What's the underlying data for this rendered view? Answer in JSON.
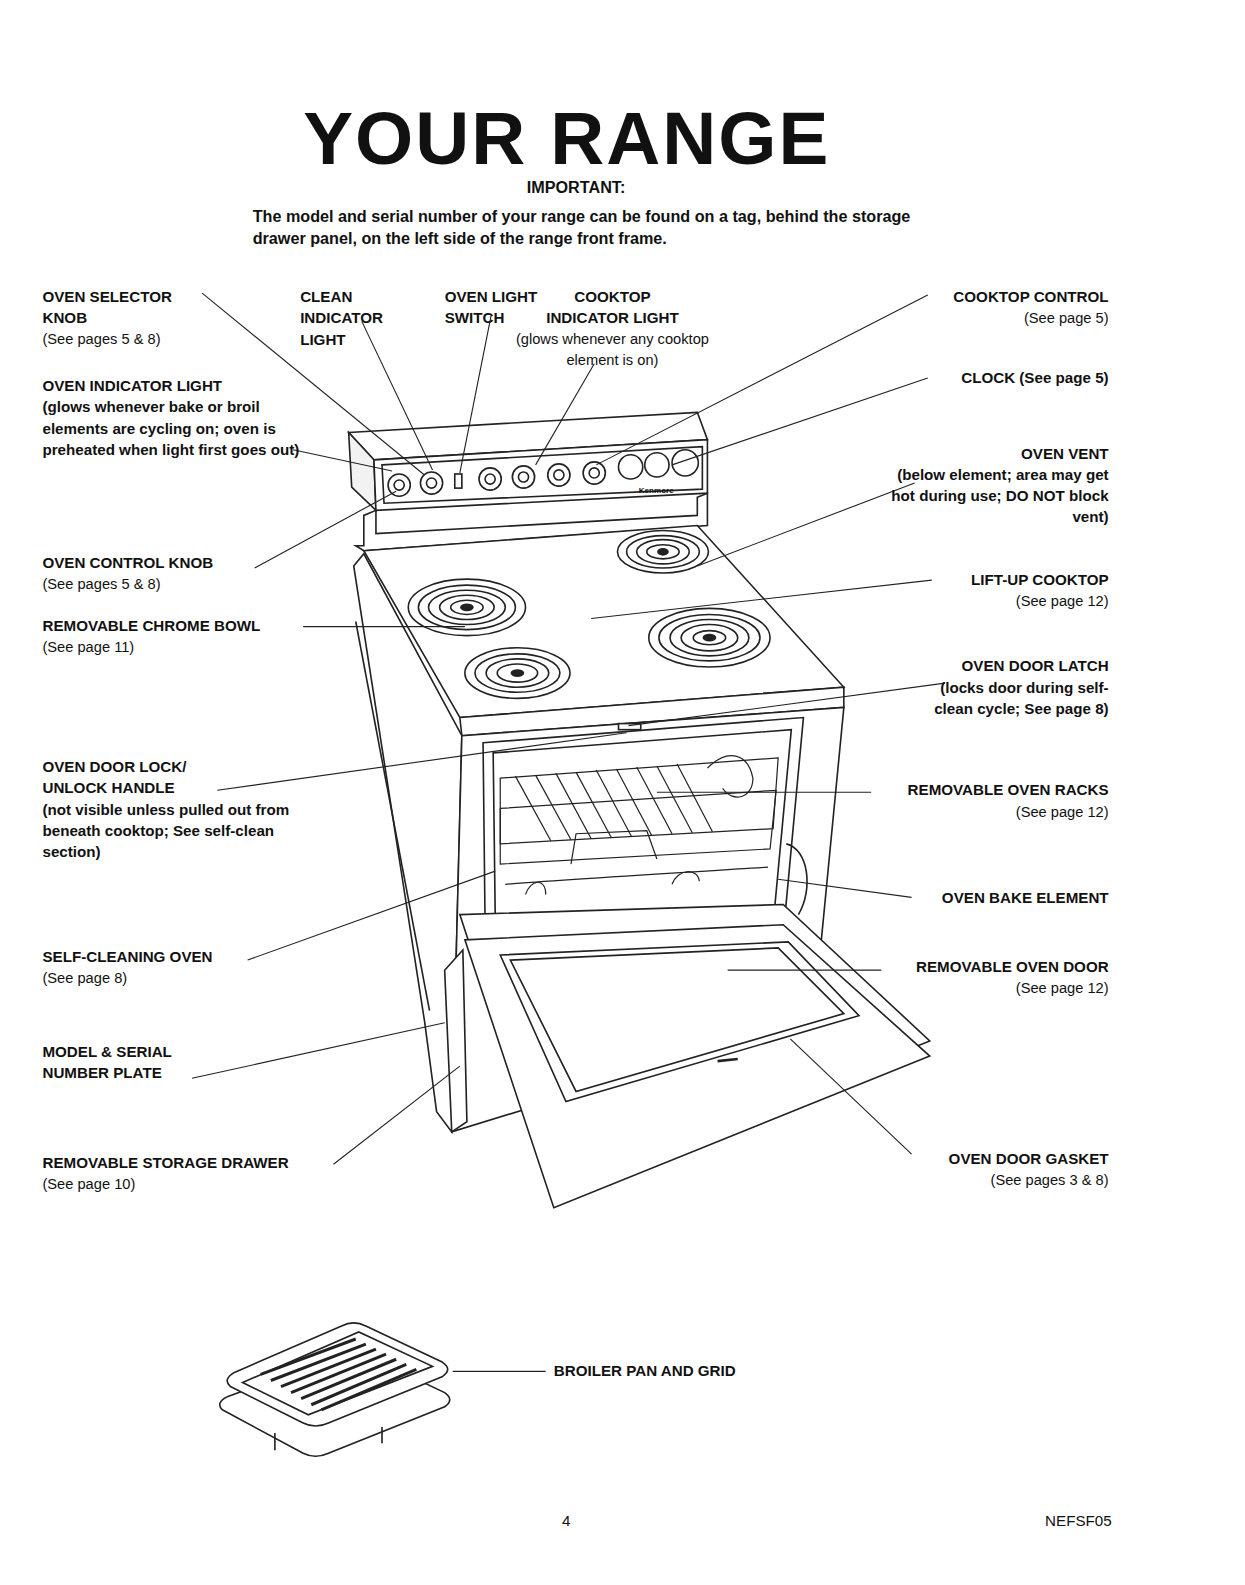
{
  "diagram": {
    "title": "YOUR RANGE",
    "labels": [
      "IMPORTANT:",
      "The model and serial number of your range can be found on a tag, behind the storage drawer panel, on the left side of the range front frame.",
      "OVEN SELECTOR KNOB",
      "(See pages 5 & 8)",
      "CLEAN INDICATOR LIGHT",
      "OVEN LIGHT SWITCH",
      "COOKTOP INDICATOR LIGHT",
      "(glows whenever any cooktop element is on)",
      "COOKTOP CONTROL",
      "(See page 5)",
      "OVEN INDICATOR LIGHT",
      "(glows whenever bake or broil elements are cycling on; oven is preheated when light first goes out)",
      "CLOCK (See page 5)",
      "OVEN VENT",
      "(below element; area may get hot during use; DO NOT block vent)",
      "Kenmore",
      "OVEN CONTROL KNOB",
      "(See pages 5 & 8)",
      "LIFT-UP COOKTOP",
      "(See page 12)",
      "REMOVABLE CHROME BOWL",
      "(See page 11)",
      "OVEN DOOR LATCH",
      "(locks door during self-clean cycle; See page 8)",
      "OVEN DOOR LOCK/ UNLOCK HANDLE",
      "(not visible unless pulled out from beneath cooktop; See self-clean section)",
      "REMOVABLE OVEN RACKS",
      "(See page 12)",
      "OVEN BAKE ELEMENT",
      "SELF-CLEANING OVEN",
      "(See page 8)",
      "REMOVABLE OVEN DOOR",
      "(See page 12)",
      "MODEL & SERIAL NUMBER PLATE",
      "REMOVABLE STORAGE DRAWER",
      "(See page 10)",
      "OVEN DOOR GASKET",
      "(See pages 3 & 8)",
      "BROILER PAN AND GRID",
      "4",
      "NEFSF05"
    ]
  }
}
